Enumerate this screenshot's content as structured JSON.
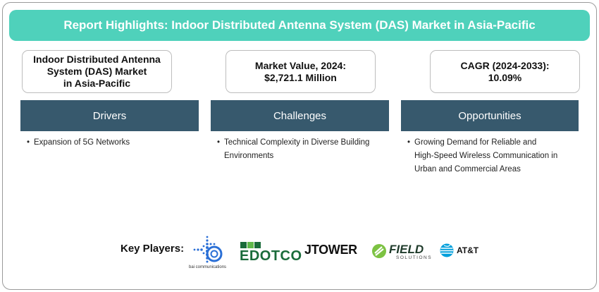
{
  "banner": {
    "title": "Report Highlights: Indoor Distributed Antenna System (DAS) Market in Asia-Pacific"
  },
  "summary_boxes": [
    {
      "text": "Indoor Distributed Antenna\nSystem (DAS) Market\nin Asia-Pacific"
    },
    {
      "text": "Market Value, 2024:\n$2,721.1 Million"
    },
    {
      "text": "CAGR (2024-2033):\n10.09%"
    }
  ],
  "categories": [
    {
      "title": "Drivers",
      "items": [
        "Expansion of 5G Networks"
      ]
    },
    {
      "title": "Challenges",
      "items": [
        "Technical Complexity in Diverse Building\nEnvironments"
      ]
    },
    {
      "title": "Opportunities",
      "items": [
        "Growing Demand for Reliable and\nHigh-Speed Wireless Communication in\nUrban and Commercial Areas"
      ]
    }
  ],
  "key_players": {
    "label": "Key Players:",
    "logos": [
      {
        "name": "bai communications",
        "icon": "bai-logo-icon"
      },
      {
        "name": "EDOTCO",
        "icon": "edotco-logo-icon",
        "color": "#1a6b3a"
      },
      {
        "name": "JTOWER"
      },
      {
        "name": "FIELD",
        "subtitle": "SOLUTIONS",
        "icon": "field-leaf-icon",
        "color": "#7cc242"
      },
      {
        "name": "AT&T",
        "icon": "att-globe-icon",
        "color": "#009fdb"
      }
    ]
  },
  "colors": {
    "banner": "#4fd1bb",
    "category_header": "#37596d"
  }
}
